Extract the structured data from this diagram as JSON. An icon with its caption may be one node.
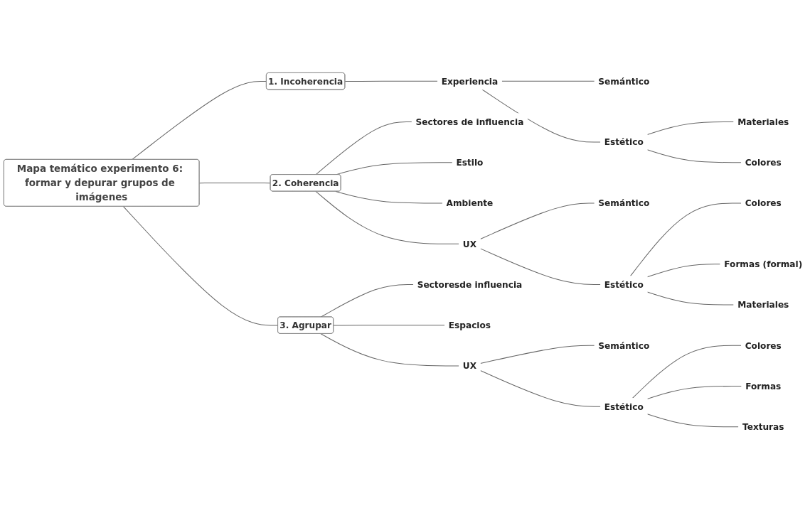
{
  "diagram": {
    "nodes": [
      {
        "text": [
          "Mapa temático experimento 6: formar y depurar grupos de imágenes"
        ]
      },
      {
        "text": [
          "1. Incoherencia"
        ]
      },
      {
        "text": [
          "Experiencia"
        ]
      },
      {
        "text": [
          "Semántico"
        ]
      },
      {
        "text": [
          "Estético"
        ]
      },
      {
        "text": [
          "Materiales"
        ]
      },
      {
        "text": [
          "Colores"
        ]
      },
      {
        "text": [
          "2. Coherencia"
        ]
      },
      {
        "text": [
          "Sectores de influencia"
        ]
      },
      {
        "text": [
          "Estilo"
        ]
      },
      {
        "text": [
          "Ambiente"
        ]
      },
      {
        "text": [
          "UX"
        ]
      },
      {
        "text": [
          "Semántico"
        ]
      },
      {
        "text": [
          "Estético"
        ]
      },
      {
        "text": [
          "Colores"
        ]
      },
      {
        "text": [
          "Formas (formal)"
        ]
      },
      {
        "text": [
          "Materiales"
        ]
      },
      {
        "text": [
          "3. Agrupar"
        ]
      },
      {
        "text": [
          "Sectoresde influencia"
        ]
      },
      {
        "text": [
          "Espacios"
        ]
      },
      {
        "text": [
          "UX"
        ]
      },
      {
        "text": [
          "Semántico"
        ]
      },
      {
        "text": [
          "Estético"
        ]
      },
      {
        "text": [
          "Colores"
        ]
      },
      {
        "text": [
          "Formas"
        ]
      },
      {
        "text": [
          "Texturas"
        ]
      }
    ],
    "edges": [
      {
        "from": 0,
        "to": 1,
        "arrow": "none"
      },
      {
        "from": 1,
        "to": 2,
        "arrow": "none"
      },
      {
        "from": 2,
        "to": 3,
        "arrow": "none"
      },
      {
        "from": 2,
        "to": 4,
        "arrow": "none"
      },
      {
        "from": 4,
        "to": 5,
        "arrow": "none"
      },
      {
        "from": 4,
        "to": 6,
        "arrow": "none"
      },
      {
        "from": 0,
        "to": 7,
        "arrow": "none"
      },
      {
        "from": 7,
        "to": 8,
        "arrow": "none"
      },
      {
        "from": 7,
        "to": 9,
        "arrow": "none"
      },
      {
        "from": 7,
        "to": 10,
        "arrow": "none"
      },
      {
        "from": 7,
        "to": 11,
        "arrow": "none"
      },
      {
        "from": 11,
        "to": 12,
        "arrow": "none"
      },
      {
        "from": 11,
        "to": 13,
        "arrow": "none"
      },
      {
        "from": 13,
        "to": 14,
        "arrow": "none"
      },
      {
        "from": 13,
        "to": 15,
        "arrow": "none"
      },
      {
        "from": 13,
        "to": 16,
        "arrow": "none"
      },
      {
        "from": 0,
        "to": 17,
        "arrow": "none"
      },
      {
        "from": 17,
        "to": 18,
        "arrow": "none"
      },
      {
        "from": 17,
        "to": 19,
        "arrow": "none"
      },
      {
        "from": 17,
        "to": 20,
        "arrow": "none"
      },
      {
        "from": 20,
        "to": 21,
        "arrow": "none"
      },
      {
        "from": 20,
        "to": 22,
        "arrow": "none"
      },
      {
        "from": 22,
        "to": 23,
        "arrow": "none"
      },
      {
        "from": 22,
        "to": 24,
        "arrow": "none"
      },
      {
        "from": 22,
        "to": 25,
        "arrow": "none"
      }
    ]
  }
}
